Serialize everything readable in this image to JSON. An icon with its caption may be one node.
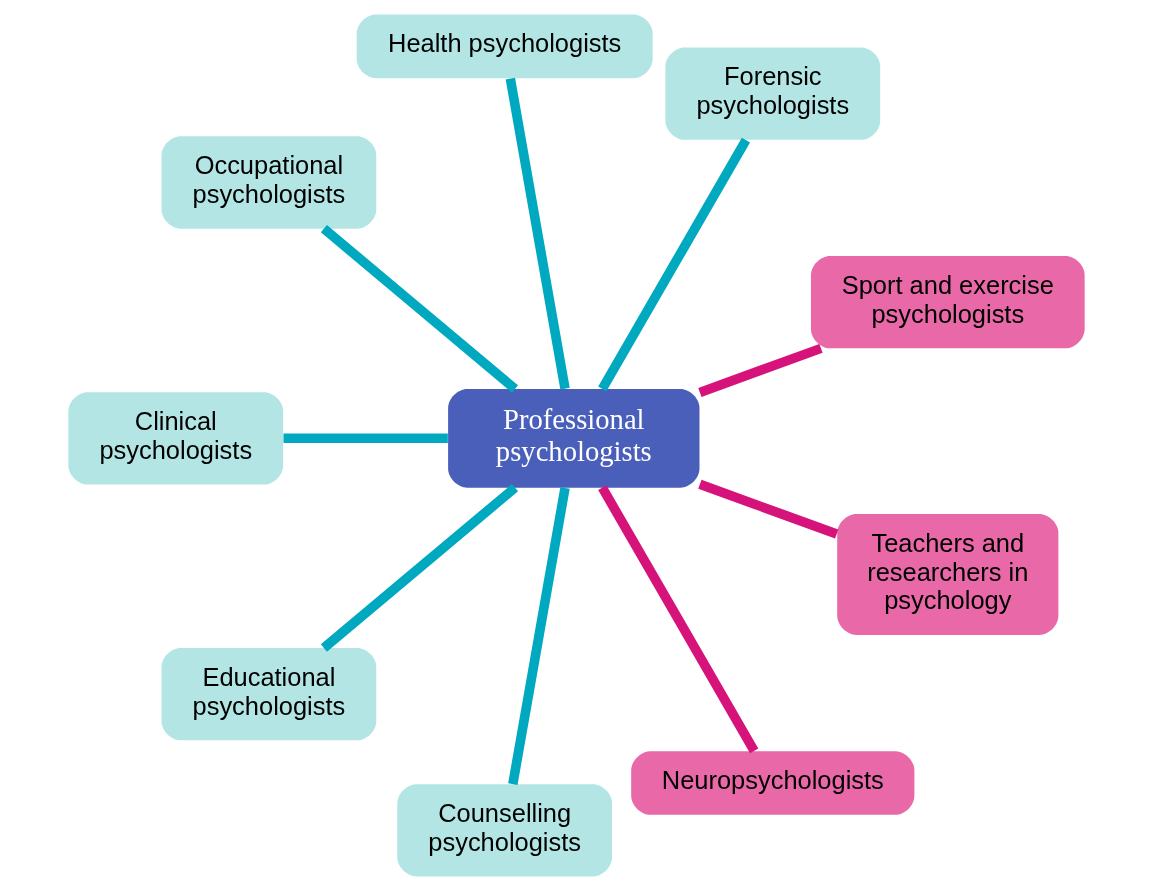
{
  "diagram": {
    "nodes": [
      {
        "text": [
          "Professional psychologists"
        ]
      },
      {
        "text": [
          "Sport and exercise psychologists"
        ]
      },
      {
        "text": [
          "Forensic psychologists"
        ]
      },
      {
        "text": [
          "Health psychologists"
        ]
      },
      {
        "text": [
          "Occupational psychologists"
        ]
      },
      {
        "text": [
          "Clinical psychologists"
        ]
      },
      {
        "text": [
          "Educational psychologists"
        ]
      },
      {
        "text": [
          "Counselling psychologists"
        ]
      },
      {
        "text": [
          "Neuropsychologists"
        ]
      },
      {
        "text": [
          "Teachers and researchers in psychology"
        ]
      }
    ],
    "edges": [
      {
        "from": 0,
        "to": 1,
        "arrow": "none",
        "color": "#d6137a"
      },
      {
        "from": 0,
        "to": 2,
        "arrow": "none"
      },
      {
        "from": 0,
        "to": 3,
        "arrow": "none"
      },
      {
        "from": 0,
        "to": 4,
        "arrow": "none"
      },
      {
        "from": 0,
        "to": 5,
        "arrow": "none"
      },
      {
        "from": 0,
        "to": 6,
        "arrow": "none"
      },
      {
        "from": 0,
        "to": 7,
        "arrow": "none"
      },
      {
        "from": 0,
        "to": 8,
        "arrow": "none",
        "color": "#d6137a"
      },
      {
        "from": 0,
        "to": 9,
        "arrow": "none",
        "color": "#d6137a"
      }
    ]
  }
}
